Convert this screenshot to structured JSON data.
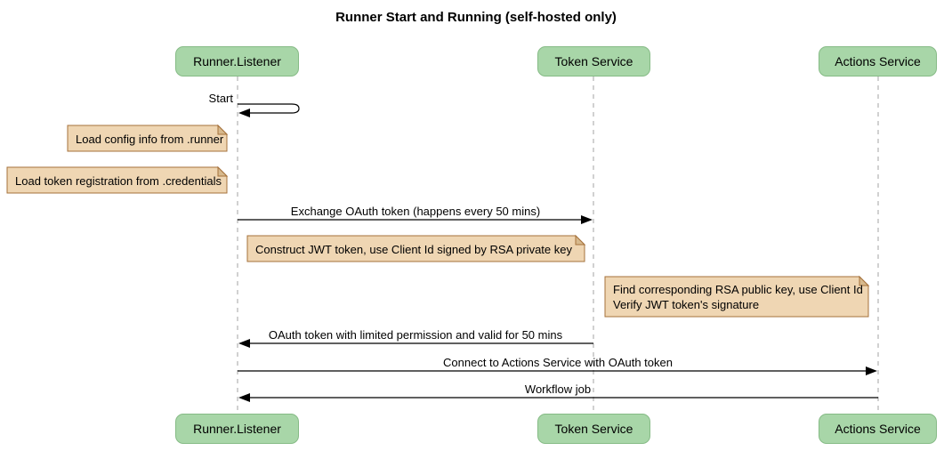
{
  "title": "Runner Start and Running (self-hosted only)",
  "participants": [
    {
      "label": "Runner.Listener"
    },
    {
      "label": "Token Service"
    },
    {
      "label": "Actions Service"
    }
  ],
  "messages": {
    "start": {
      "label": "Start",
      "from": "Runner.Listener",
      "to": "Runner.Listener",
      "type": "self"
    },
    "exchange": {
      "label": "Exchange OAuth token (happens every 50 mins)",
      "from": "Runner.Listener",
      "to": "Token Service"
    },
    "oauth_return": {
      "label": "OAuth token with limited permission and valid for 50 mins",
      "from": "Token Service",
      "to": "Runner.Listener"
    },
    "connect": {
      "label": "Connect to Actions Service with OAuth token",
      "from": "Runner.Listener",
      "to": "Actions Service"
    },
    "workflow": {
      "label": "Workflow job",
      "from": "Actions Service",
      "to": "Runner.Listener"
    }
  },
  "notes": {
    "load_config": {
      "text": "Load config info from .runner"
    },
    "load_token": {
      "text": "Load token registration from .credentials"
    },
    "construct_jwt": {
      "text": "Construct JWT token, use Client Id signed by RSA private key"
    },
    "verify_jwt": {
      "line1": "Find corresponding RSA public key, use Client Id",
      "line2": "Verify JWT token's signature"
    }
  },
  "colors": {
    "participant_fill": "#a8d6a8",
    "participant_border": "#86bb86",
    "note_fill": "#efd6b3",
    "note_border": "#a5713b",
    "note_fold": "#d7b98d",
    "lifeline": "#a3a3a3",
    "arrow": "#000000",
    "background": "#ffffff"
  }
}
